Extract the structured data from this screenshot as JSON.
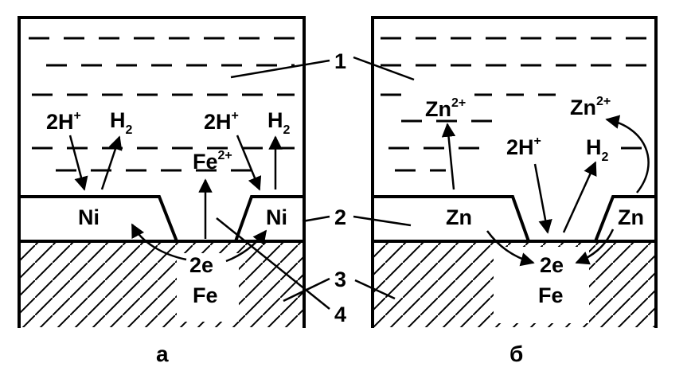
{
  "panel_a": {
    "caption": "а",
    "coating_left": "Ni",
    "coating_right": "Ni",
    "reactant_left": "2H",
    "reactant_left_sup": "+",
    "product_left": "H",
    "product_left_sub": "2",
    "reactant_right": "2H",
    "reactant_right_sup": "+",
    "product_right": "H",
    "product_right_sub": "2",
    "ion": "Fe",
    "ion_sup": "2+",
    "electrons": "2e",
    "base_metal": "Fe"
  },
  "panel_b": {
    "caption": "б",
    "coating_left": "Zn",
    "coating_right": "Zn",
    "ion_left": "Zn",
    "ion_left_sup": "2+",
    "ion_right": "Zn",
    "ion_right_sup": "2+",
    "reactant": "2H",
    "reactant_sup": "+",
    "product": "H",
    "product_sub": "2",
    "electrons": "2e",
    "base_metal": "Fe"
  },
  "callouts": {
    "label_1": "1",
    "label_2": "2",
    "label_3": "3",
    "label_4": "4"
  }
}
